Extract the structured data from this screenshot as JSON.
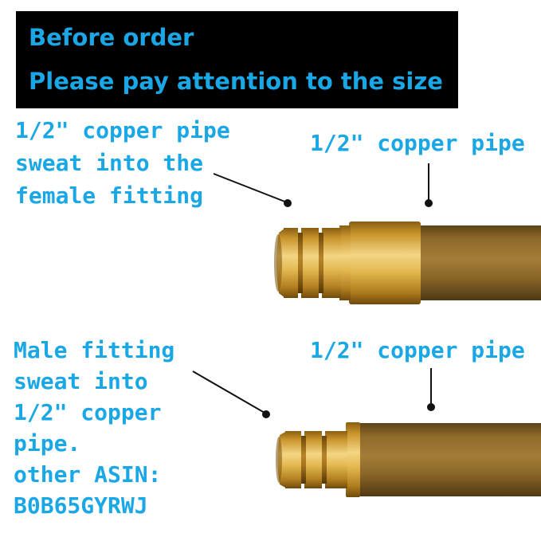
{
  "notice": {
    "line1": "Before order",
    "line2": "Please pay attention to the size"
  },
  "top_assembly": {
    "left_label_lines": [
      "1/2\" copper pipe",
      "sweat into the",
      "female fitting"
    ],
    "right_label": "1/2\" copper pipe"
  },
  "bottom_assembly": {
    "left_label_lines": [
      "Male fitting",
      "sweat into",
      "1/2\" copper",
      "pipe.",
      "other ASIN:",
      "B0B65GYRWJ"
    ],
    "right_label": "1/2\" copper pipe"
  },
  "colors": {
    "text_accent": "#1aa7e6",
    "banner_bg": "#000000",
    "brass": "#d8a93b",
    "copper_pipe": "#8f6a2a",
    "leader": "#111111"
  }
}
